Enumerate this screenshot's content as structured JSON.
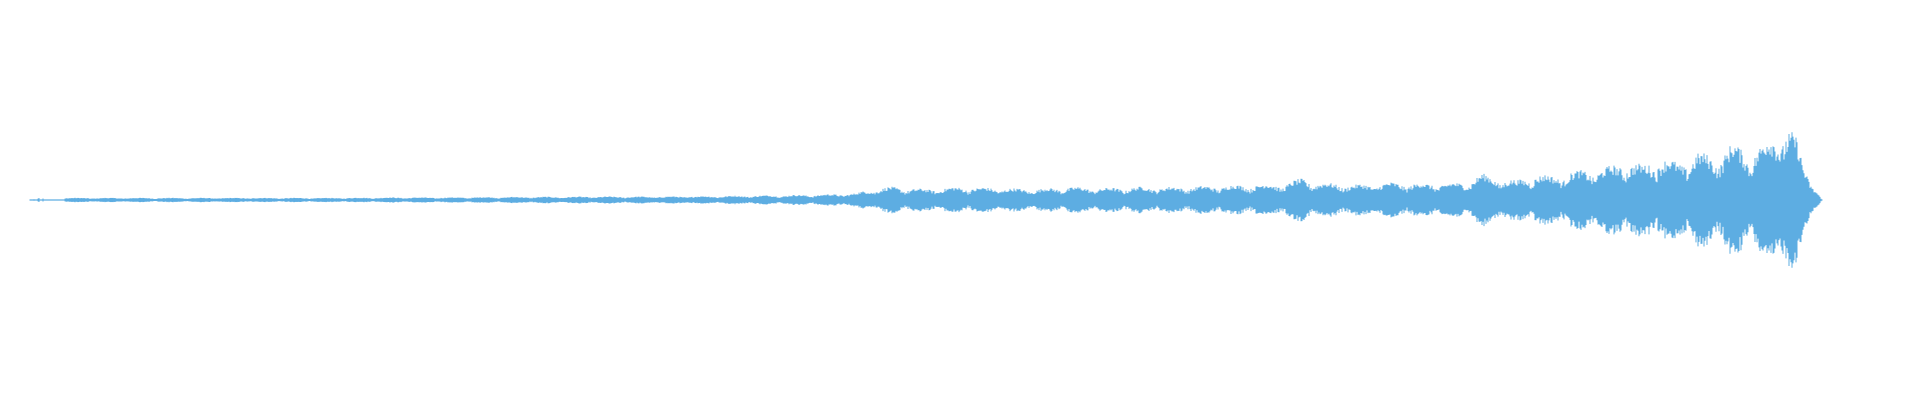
{
  "chart_data": {
    "type": "area",
    "title": "",
    "xlabel": "",
    "ylabel": "",
    "grid": false,
    "legend": "none",
    "color": "#5dade2",
    "background": "#ffffff",
    "ylim": [
      -1,
      1
    ],
    "xlim": [
      0,
      1
    ],
    "description_series": {
      "name": "",
      "x": [
        0.0,
        0.005,
        0.012,
        0.02,
        0.03,
        0.05,
        0.08,
        0.11,
        0.14,
        0.17,
        0.2,
        0.23,
        0.26,
        0.29,
        0.32,
        0.35,
        0.38,
        0.4,
        0.42,
        0.44,
        0.46,
        0.47,
        0.48,
        0.5,
        0.52,
        0.54,
        0.56,
        0.58,
        0.6,
        0.62,
        0.64,
        0.66,
        0.68,
        0.7,
        0.71,
        0.72,
        0.74,
        0.76,
        0.78,
        0.8,
        0.81,
        0.82,
        0.83,
        0.84,
        0.85,
        0.86,
        0.87,
        0.88,
        0.89,
        0.9,
        0.91,
        0.92,
        0.93,
        0.94,
        0.95,
        0.96,
        0.97,
        0.98,
        0.985,
        0.99,
        1.0
      ],
      "values": [
        0.0,
        0.01,
        0.0,
        0.01,
        0.01,
        0.01,
        0.01,
        0.01,
        0.01,
        0.01,
        0.012,
        0.012,
        0.014,
        0.015,
        0.016,
        0.016,
        0.018,
        0.02,
        0.022,
        0.025,
        0.03,
        0.05,
        0.06,
        0.05,
        0.06,
        0.055,
        0.05,
        0.06,
        0.055,
        0.06,
        0.06,
        0.065,
        0.07,
        0.075,
        0.1,
        0.08,
        0.07,
        0.08,
        0.075,
        0.08,
        0.12,
        0.1,
        0.09,
        0.12,
        0.11,
        0.13,
        0.14,
        0.15,
        0.18,
        0.16,
        0.2,
        0.17,
        0.22,
        0.2,
        0.26,
        0.22,
        0.28,
        0.35,
        0.3,
        0.15,
        0.0
      ]
    }
  }
}
